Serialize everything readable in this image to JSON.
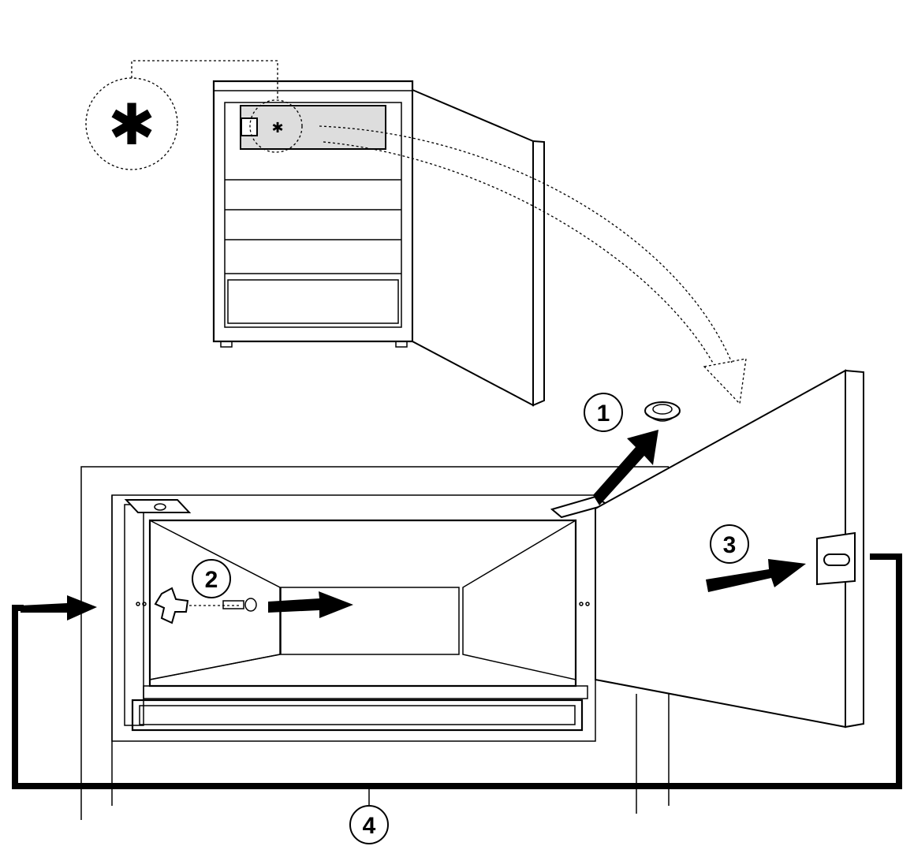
{
  "steps": [
    {
      "id": "1",
      "label": "1"
    },
    {
      "id": "2",
      "label": "2"
    },
    {
      "id": "3",
      "label": "3"
    },
    {
      "id": "4",
      "label": "4"
    }
  ],
  "symbols": {
    "freezer_symbol_large": "✱",
    "freezer_symbol_small": "✱"
  },
  "colors": {
    "line": "#000000",
    "shade": "#dddddd",
    "background": "#ffffff"
  }
}
